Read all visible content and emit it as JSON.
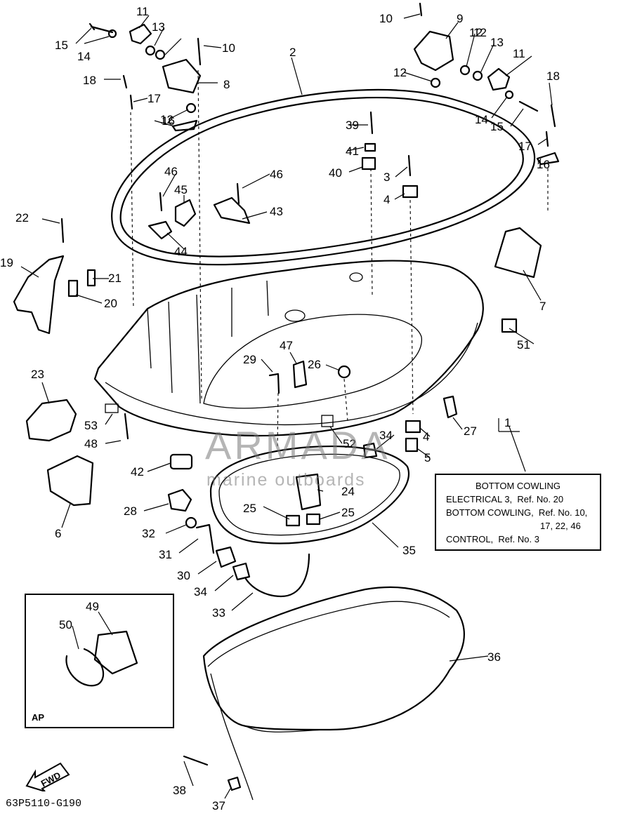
{
  "diagram": {
    "code": "63P5110-G190",
    "fwd_label": "FWD",
    "watermark": {
      "brand": "ARMADA",
      "sub": "marine outboards"
    },
    "info": {
      "title": "BOTTOM COWLING",
      "line1": "ELECTRICAL 3,  Ref. No. 20",
      "line2": "BOTTOM COWLING,  Ref. No. 10,",
      "line3": "17, 22, 46",
      "line4": "CONTROL,  Ref. No. 3"
    },
    "ap_label": "AP",
    "callouts": [
      "1",
      "2",
      "3",
      "4",
      "4",
      "5",
      "6",
      "7",
      "8",
      "9",
      "10",
      "10",
      "11",
      "11",
      "12",
      "12",
      "12",
      "12",
      "13",
      "13",
      "14",
      "14",
      "15",
      "15",
      "16",
      "16",
      "17",
      "17",
      "18",
      "18",
      "19",
      "20",
      "21",
      "22",
      "23",
      "24",
      "25",
      "25",
      "26",
      "27",
      "28",
      "29",
      "30",
      "31",
      "32",
      "33",
      "34",
      "34",
      "35",
      "36",
      "37",
      "38",
      "39",
      "40",
      "41",
      "42",
      "43",
      "44",
      "45",
      "46",
      "46",
      "47",
      "48",
      "49",
      "50",
      "51",
      "52",
      "53"
    ]
  }
}
